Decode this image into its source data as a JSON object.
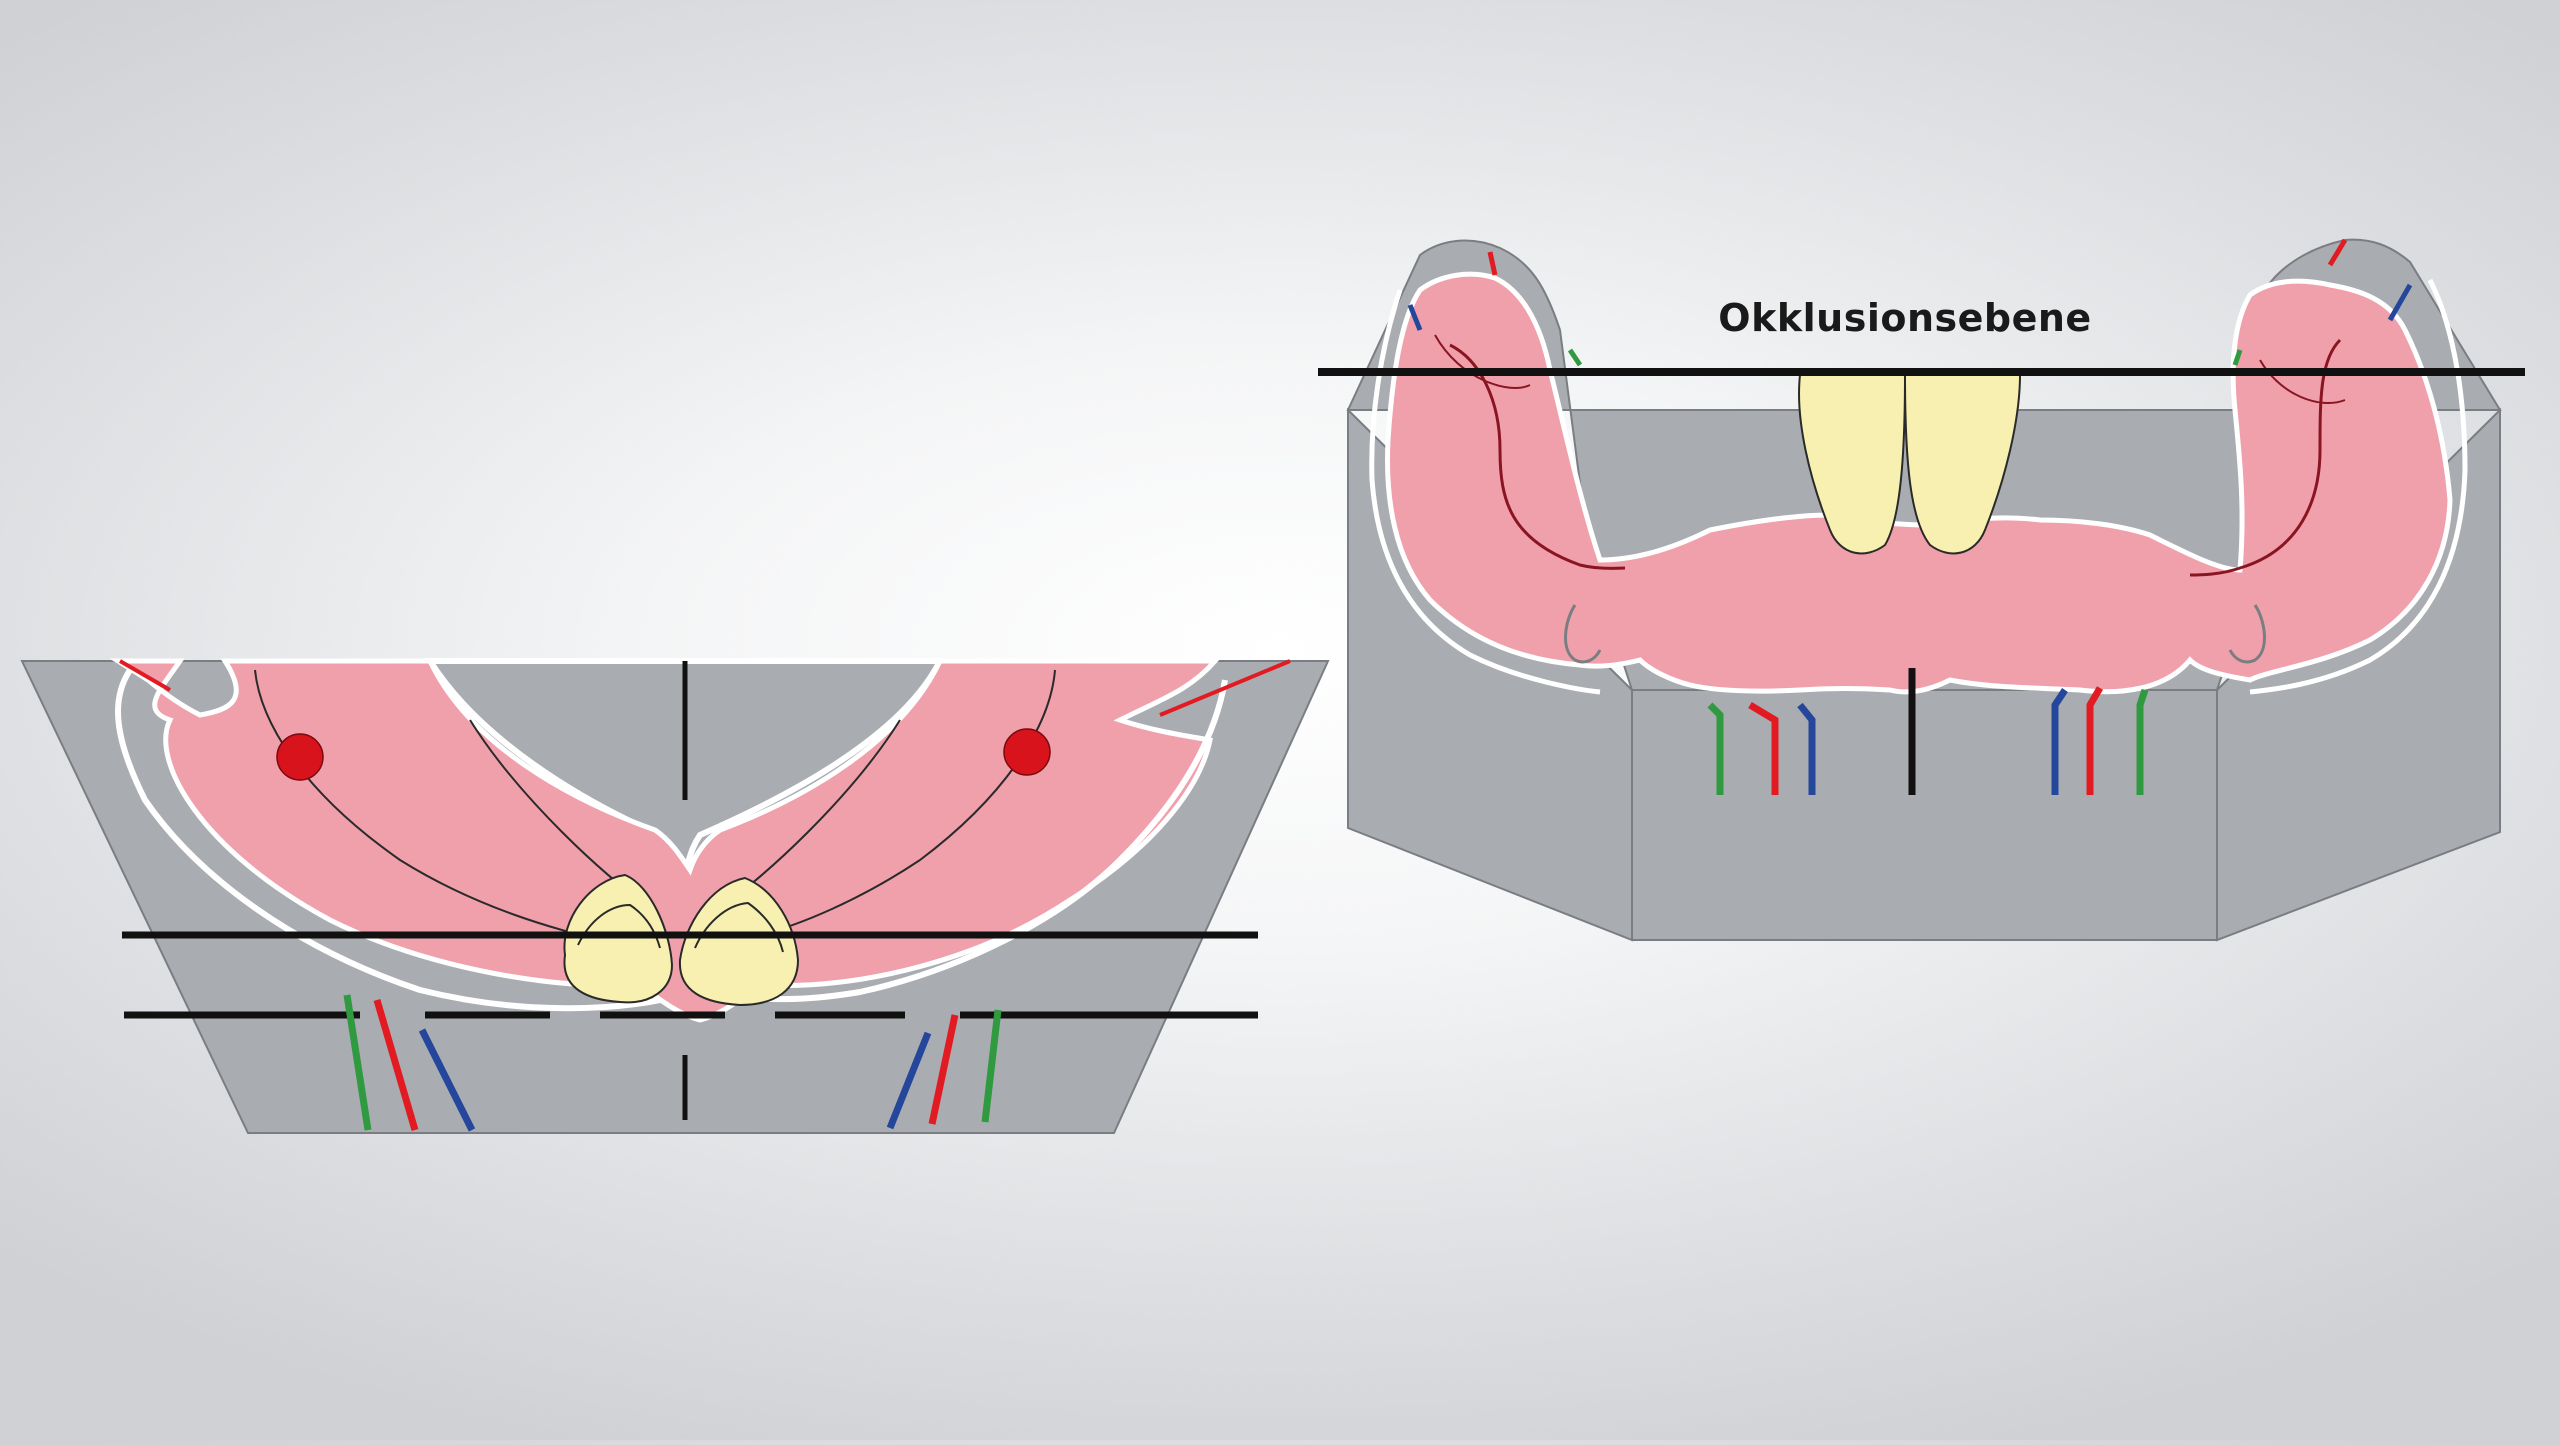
{
  "label": {
    "occlusion_plane": "Okklusionsebene"
  },
  "colors": {
    "background": "#e6e7e9",
    "model_base": "#a9acb0",
    "gum": "#f0a0ab",
    "teeth": "#f7f0b0",
    "ref_black": "#111111",
    "ref_red": "#e21b23",
    "ref_green": "#2f9a40",
    "ref_blue": "#25479b",
    "marker_dot": "#d9131c"
  },
  "icons": {
    "left_model": "lower-jaw-model-front-view",
    "right_model": "lower-jaw-model-rear-view",
    "markers": "red-dot-marker"
  }
}
